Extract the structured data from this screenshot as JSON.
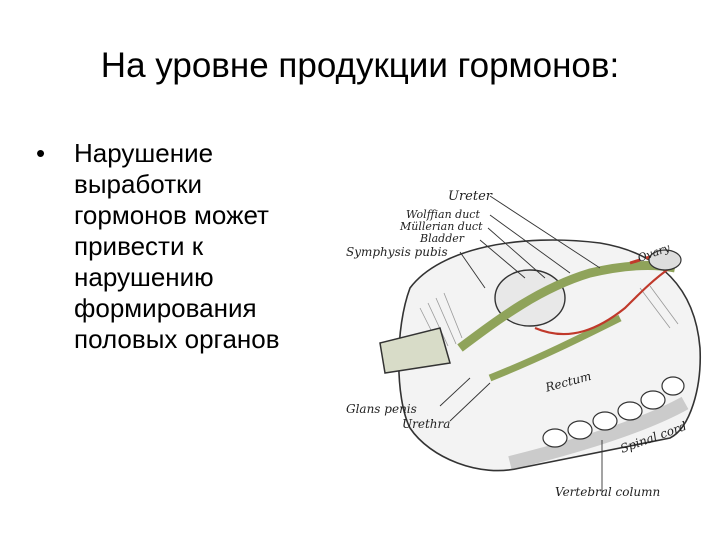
{
  "slide": {
    "title": "На уровне продукции гормонов:",
    "bullet": "Нарушение\nвыработки\nгормонов может\nпривести к\nнарушению\nформирования\nполовых органов",
    "bullet_marker": "•"
  },
  "figure": {
    "labels": {
      "ureter": "Ureter",
      "wolffian": "Wolffian duct",
      "mullerian": "Müllerian duct",
      "bladder": "Bladder",
      "symphysis": "Symphysis pubis",
      "ovary": "Ovary",
      "rectum": "Rectum",
      "glans": "Glans penis",
      "urethra": "Urethra",
      "spinal": "Spinal cord",
      "vertebral": "Vertebral column"
    },
    "colors": {
      "duct": "#8fa35a",
      "vessel": "#c0392b",
      "line": "#333333"
    }
  }
}
